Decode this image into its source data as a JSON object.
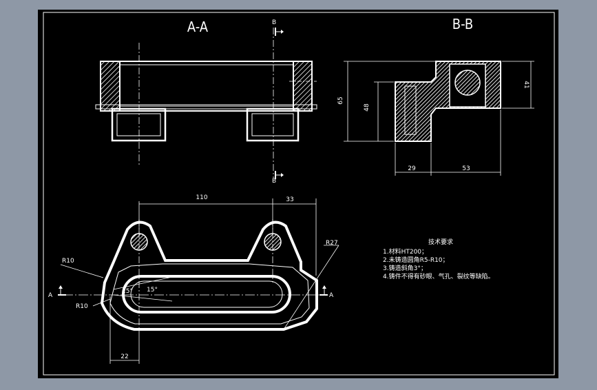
{
  "colors": {
    "background": "#8e98a6",
    "paper": "#000000",
    "lines": "#ffffff",
    "hatch": "#ffffff"
  },
  "views": {
    "section_aa_title": "A-A",
    "section_bb_title": "B-B",
    "cut_mark_b": "B",
    "cut_mark_a": "A"
  },
  "dimensions": {
    "d110": "110",
    "d33": "33",
    "d65": "65",
    "d48": "48",
    "d41": "41",
    "d29": "29",
    "d53": "53",
    "d22": "22",
    "r10_top": "R10",
    "r10_bottom": "R10",
    "r27": "R27",
    "angle_left": "15°",
    "angle_right": "15°"
  },
  "notes": {
    "heading": "技术要求",
    "items": [
      "1.材料HT200；",
      "2.未铸造圆角R5-R10；",
      "3.铸造斜角3°；",
      "4.铸件不得有砂眼、气孔、裂纹等缺陷。"
    ]
  }
}
